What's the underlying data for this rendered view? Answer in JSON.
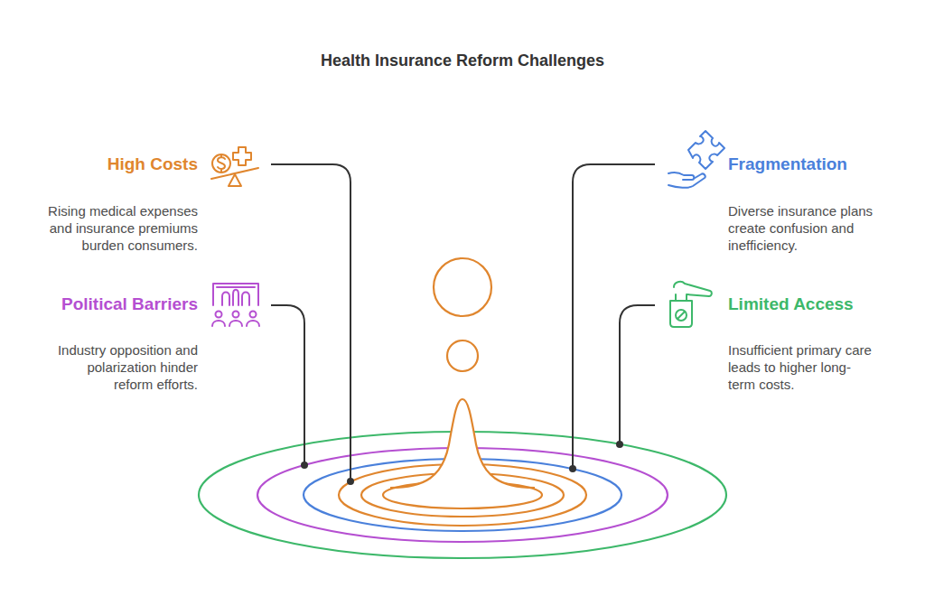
{
  "diagram": {
    "title": "Health Insurance Reform Challenges",
    "labels": [
      "High Costs",
      "Rising medical expenses and insurance premiums burden consumers.",
      "Fragmentation",
      "Diverse insurance plans create confusion and inefficiency.",
      "Political Barriers",
      "Industry opposition and polarization hinder reform efforts.",
      "Limited Access",
      "Insufficient primary care leads to higher long-term costs."
    ]
  }
}
